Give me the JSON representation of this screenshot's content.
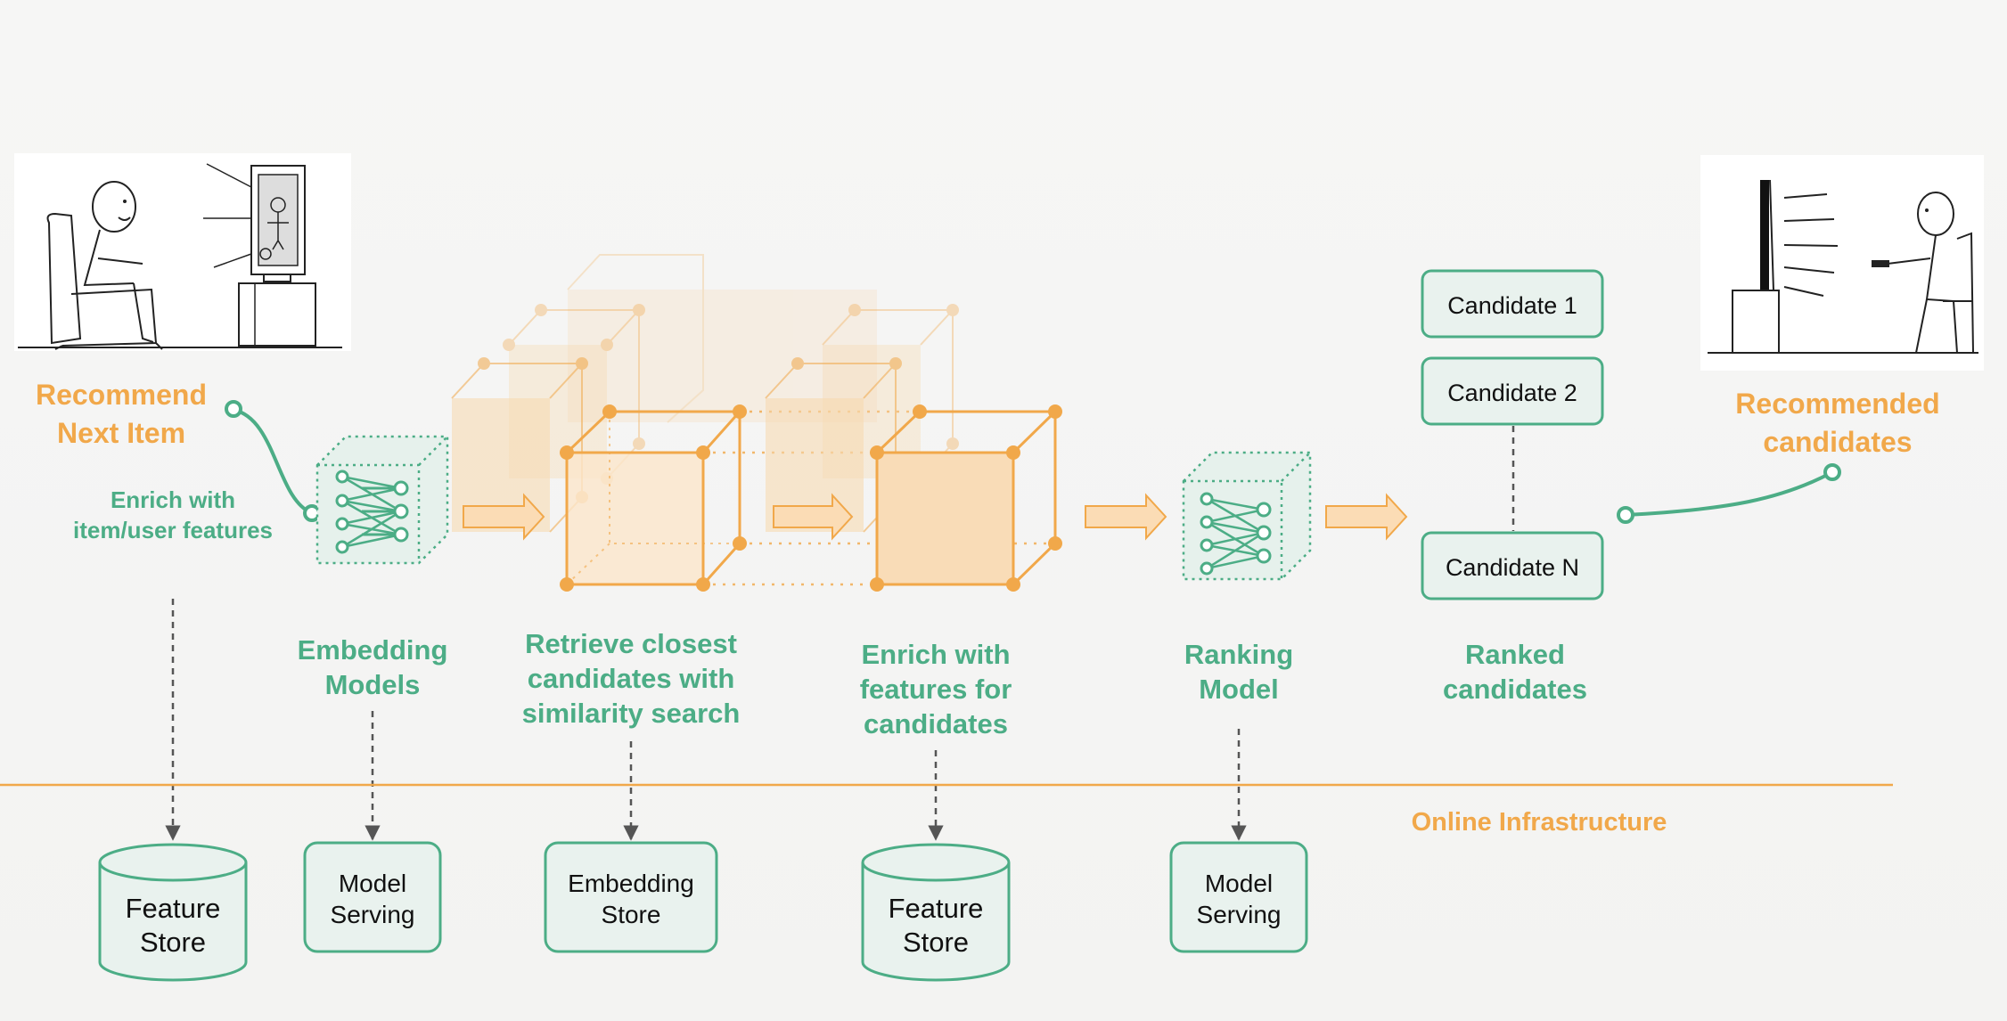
{
  "header": {
    "recommend_line1": "Recommend",
    "recommend_line2": "Next Item",
    "enrich_user_line1": "Enrich with",
    "enrich_user_line2": "item/user features",
    "recommended_line1": "Recommended",
    "recommended_line2": "candidates"
  },
  "stages": {
    "embedding_line1": "Embedding",
    "embedding_line2": "Models",
    "retrieve_line1": "Retrieve closest",
    "retrieve_line2": "candidates with",
    "retrieve_line3": "similarity search",
    "enrich_cand_line1": "Enrich with",
    "enrich_cand_line2": "features for",
    "enrich_cand_line3": "candidates",
    "ranking_line1": "Ranking",
    "ranking_line2": "Model",
    "ranked_line1": "Ranked",
    "ranked_line2": "candidates"
  },
  "candidates": [
    "Candidate 1",
    "Candidate 2",
    "Candidate N"
  ],
  "infra": {
    "label": "Online Infrastructure",
    "feature_store_line1": "Feature",
    "feature_store_line2": "Store",
    "model_serving_line1": "Model",
    "model_serving_line2": "Serving",
    "embedding_store_line1": "Embedding",
    "embedding_store_line2": "Store"
  },
  "colors": {
    "orange": "#f1a84a",
    "green": "#4cad86",
    "box_fill": "#e9f2ee",
    "gray_arrow": "#555555"
  }
}
